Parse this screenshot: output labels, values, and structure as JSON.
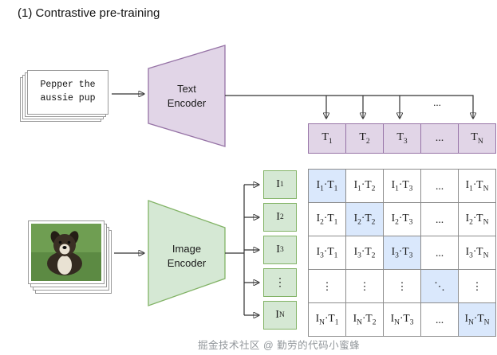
{
  "title": "(1) Contrastive pre-training",
  "text_input": {
    "line1": "Pepper the",
    "line2": "aussie pup"
  },
  "encoders": {
    "text_label": "Text Encoder",
    "image_label": "Image Encoder"
  },
  "t_ellipsis": "...",
  "t_row": [
    "T_1",
    "T_2",
    "T_3",
    "...",
    "T_N"
  ],
  "i_col": [
    "I_1",
    "I_2",
    "I_3",
    "⋮",
    "I_N"
  ],
  "matrix": [
    [
      "I_1·T_1",
      "I_1·T_2",
      "I_1·T_3",
      "...",
      "I_1·T_N"
    ],
    [
      "I_2·T_1",
      "I_2·T_2",
      "I_2·T_3",
      "...",
      "I_2·T_N"
    ],
    [
      "I_3·T_1",
      "I_3·T_2",
      "I_3·T_3",
      "...",
      "I_3·T_N"
    ],
    [
      "⋮",
      "⋮",
      "⋮",
      "⋱",
      "⋮"
    ],
    [
      "I_N·T_1",
      "I_N·T_2",
      "I_N·T_3",
      "...",
      "I_N·T_N"
    ]
  ],
  "colors": {
    "purple_fill": "#E1D5E7",
    "purple_border": "#9673A6",
    "green_fill": "#D5E8D4",
    "green_border": "#82B366",
    "diagonal_fill": "#DAE8FC"
  },
  "watermark": "掘金技术社区 @ 勤劳的代码小蜜蜂"
}
